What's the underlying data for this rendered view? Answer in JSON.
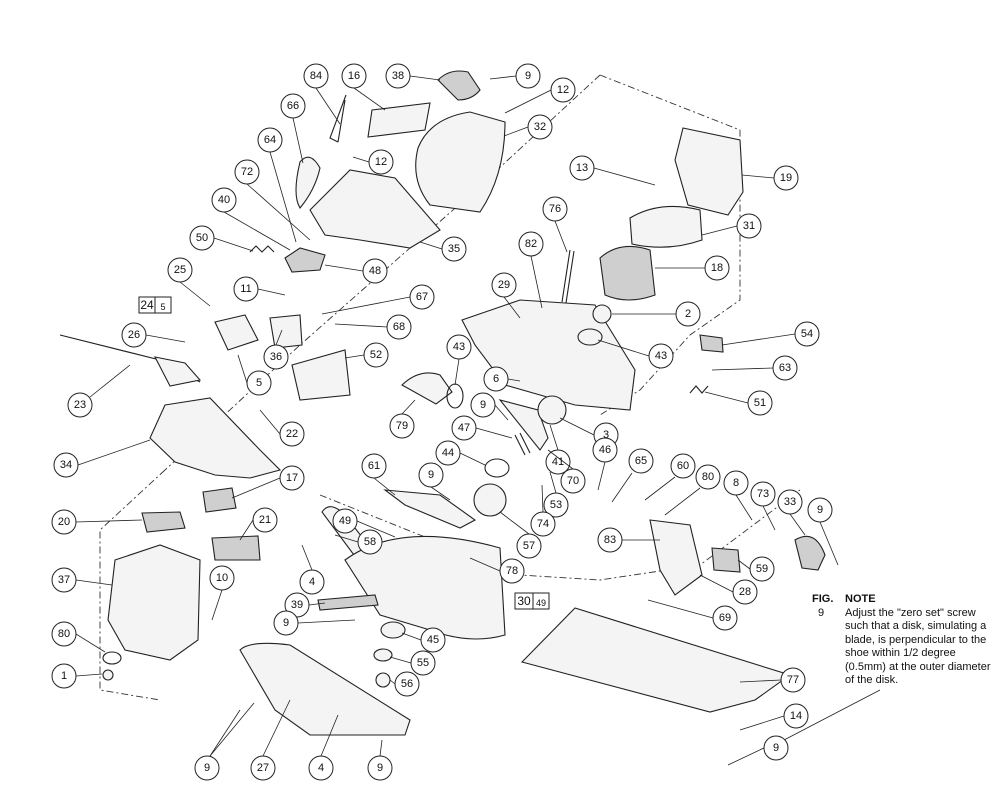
{
  "callouts": [
    {
      "label": "84"
    },
    {
      "label": "16"
    },
    {
      "label": "38"
    },
    {
      "label": "9"
    },
    {
      "label": "12"
    },
    {
      "label": "32"
    },
    {
      "label": "66"
    },
    {
      "label": "64"
    },
    {
      "label": "12"
    },
    {
      "label": "72"
    },
    {
      "label": "40"
    },
    {
      "label": "50"
    },
    {
      "label": "35"
    },
    {
      "label": "48"
    },
    {
      "label": "13"
    },
    {
      "label": "19"
    },
    {
      "label": "31"
    },
    {
      "label": "76"
    },
    {
      "label": "82"
    },
    {
      "label": "18"
    },
    {
      "label": "29"
    },
    {
      "label": "2"
    },
    {
      "label": "25"
    },
    {
      "label": "11"
    },
    {
      "label": "67"
    },
    {
      "label": "68"
    },
    {
      "label": "26"
    },
    {
      "label": "36"
    },
    {
      "label": "52"
    },
    {
      "label": "43"
    },
    {
      "label": "43"
    },
    {
      "label": "54"
    },
    {
      "label": "63"
    },
    {
      "label": "5"
    },
    {
      "label": "23"
    },
    {
      "label": "6"
    },
    {
      "label": "79"
    },
    {
      "label": "51"
    },
    {
      "label": "9"
    },
    {
      "label": "3"
    },
    {
      "label": "22"
    },
    {
      "label": "47"
    },
    {
      "label": "41"
    },
    {
      "label": "34"
    },
    {
      "label": "44"
    },
    {
      "label": "46"
    },
    {
      "label": "65"
    },
    {
      "label": "60"
    },
    {
      "label": "80"
    },
    {
      "label": "17"
    },
    {
      "label": "61"
    },
    {
      "label": "9"
    },
    {
      "label": "70"
    },
    {
      "label": "53"
    },
    {
      "label": "8"
    },
    {
      "label": "73"
    },
    {
      "label": "33"
    },
    {
      "label": "9"
    },
    {
      "label": "20"
    },
    {
      "label": "21"
    },
    {
      "label": "49"
    },
    {
      "label": "74"
    },
    {
      "label": "57"
    },
    {
      "label": "83"
    },
    {
      "label": "58"
    },
    {
      "label": "59"
    },
    {
      "label": "37"
    },
    {
      "label": "10"
    },
    {
      "label": "4"
    },
    {
      "label": "78"
    },
    {
      "label": "28"
    },
    {
      "label": "39"
    },
    {
      "label": "69"
    },
    {
      "label": "9"
    },
    {
      "label": "45"
    },
    {
      "label": "80"
    },
    {
      "label": "55"
    },
    {
      "label": "1"
    },
    {
      "label": "56"
    },
    {
      "label": "77"
    },
    {
      "label": "14"
    },
    {
      "label": "9"
    },
    {
      "label": "27"
    },
    {
      "label": "4"
    },
    {
      "label": "9"
    },
    {
      "label": "9"
    }
  ],
  "box_labels": [
    {
      "main": "24",
      "sub": "5"
    },
    {
      "main": "30",
      "sub": "49"
    }
  ],
  "note": {
    "fig_header": "FIG.",
    "note_header": "NOTE",
    "fig_number": "9",
    "text": "Adjust the \"zero set\" screw such that a disk, simulating a blade, is perpendicular to the shoe within 1/2 degree (0.5mm) at the outer diameter of the disk."
  }
}
